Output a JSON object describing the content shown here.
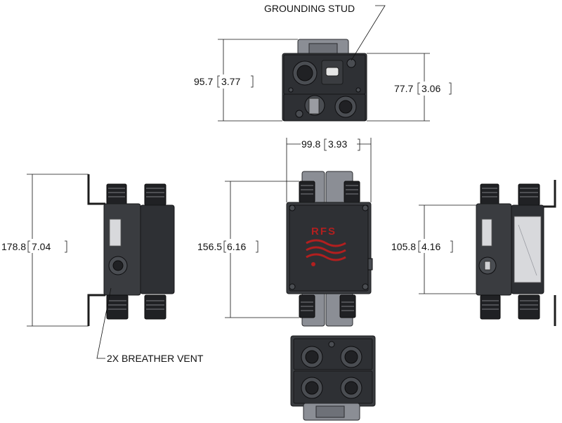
{
  "callouts": {
    "grounding_stud": "GROUNDING STUD",
    "breather_vent": "2X BREATHER VENT"
  },
  "dimensions": {
    "top_height": {
      "mm": "95.7",
      "in": "3.77"
    },
    "top_body_height": {
      "mm": "77.7",
      "in": "3.06"
    },
    "width": {
      "mm": "99.8",
      "in": "3.93"
    },
    "left_height": {
      "mm": "178.8",
      "in": "7.04"
    },
    "front_height": {
      "mm": "156.5",
      "in": "6.16"
    },
    "right_height": {
      "mm": "105.8",
      "in": "4.16"
    }
  },
  "logo": {
    "text": "RFS",
    "color": "#b21f1f"
  },
  "colors": {
    "body": "#3a3c40",
    "bracket": "#6e7178",
    "logo": "#b21f1f"
  }
}
